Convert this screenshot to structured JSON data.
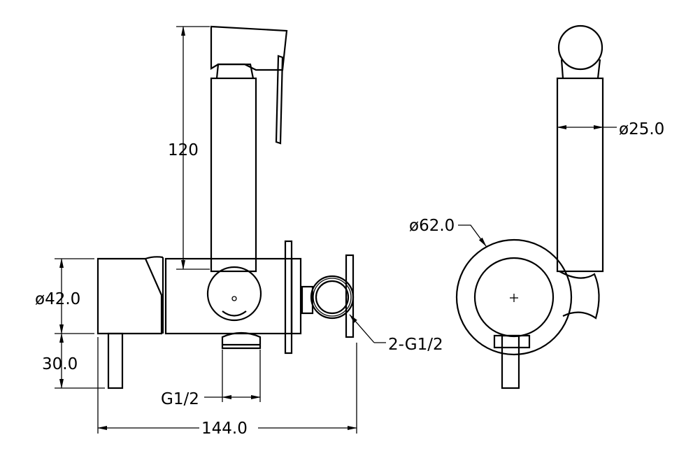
{
  "title": "Bidet sprayer with mixer valve - dimension drawing",
  "dimensions": {
    "handset_height": "120",
    "body_diameter": "ø42.0",
    "lever_length": "30.0",
    "outlet_thread": "G1/2",
    "total_width": "144.0",
    "holder_thread": "2-G1/2",
    "plate_diameter": "ø62.0",
    "handset_diameter": "ø25.0"
  }
}
